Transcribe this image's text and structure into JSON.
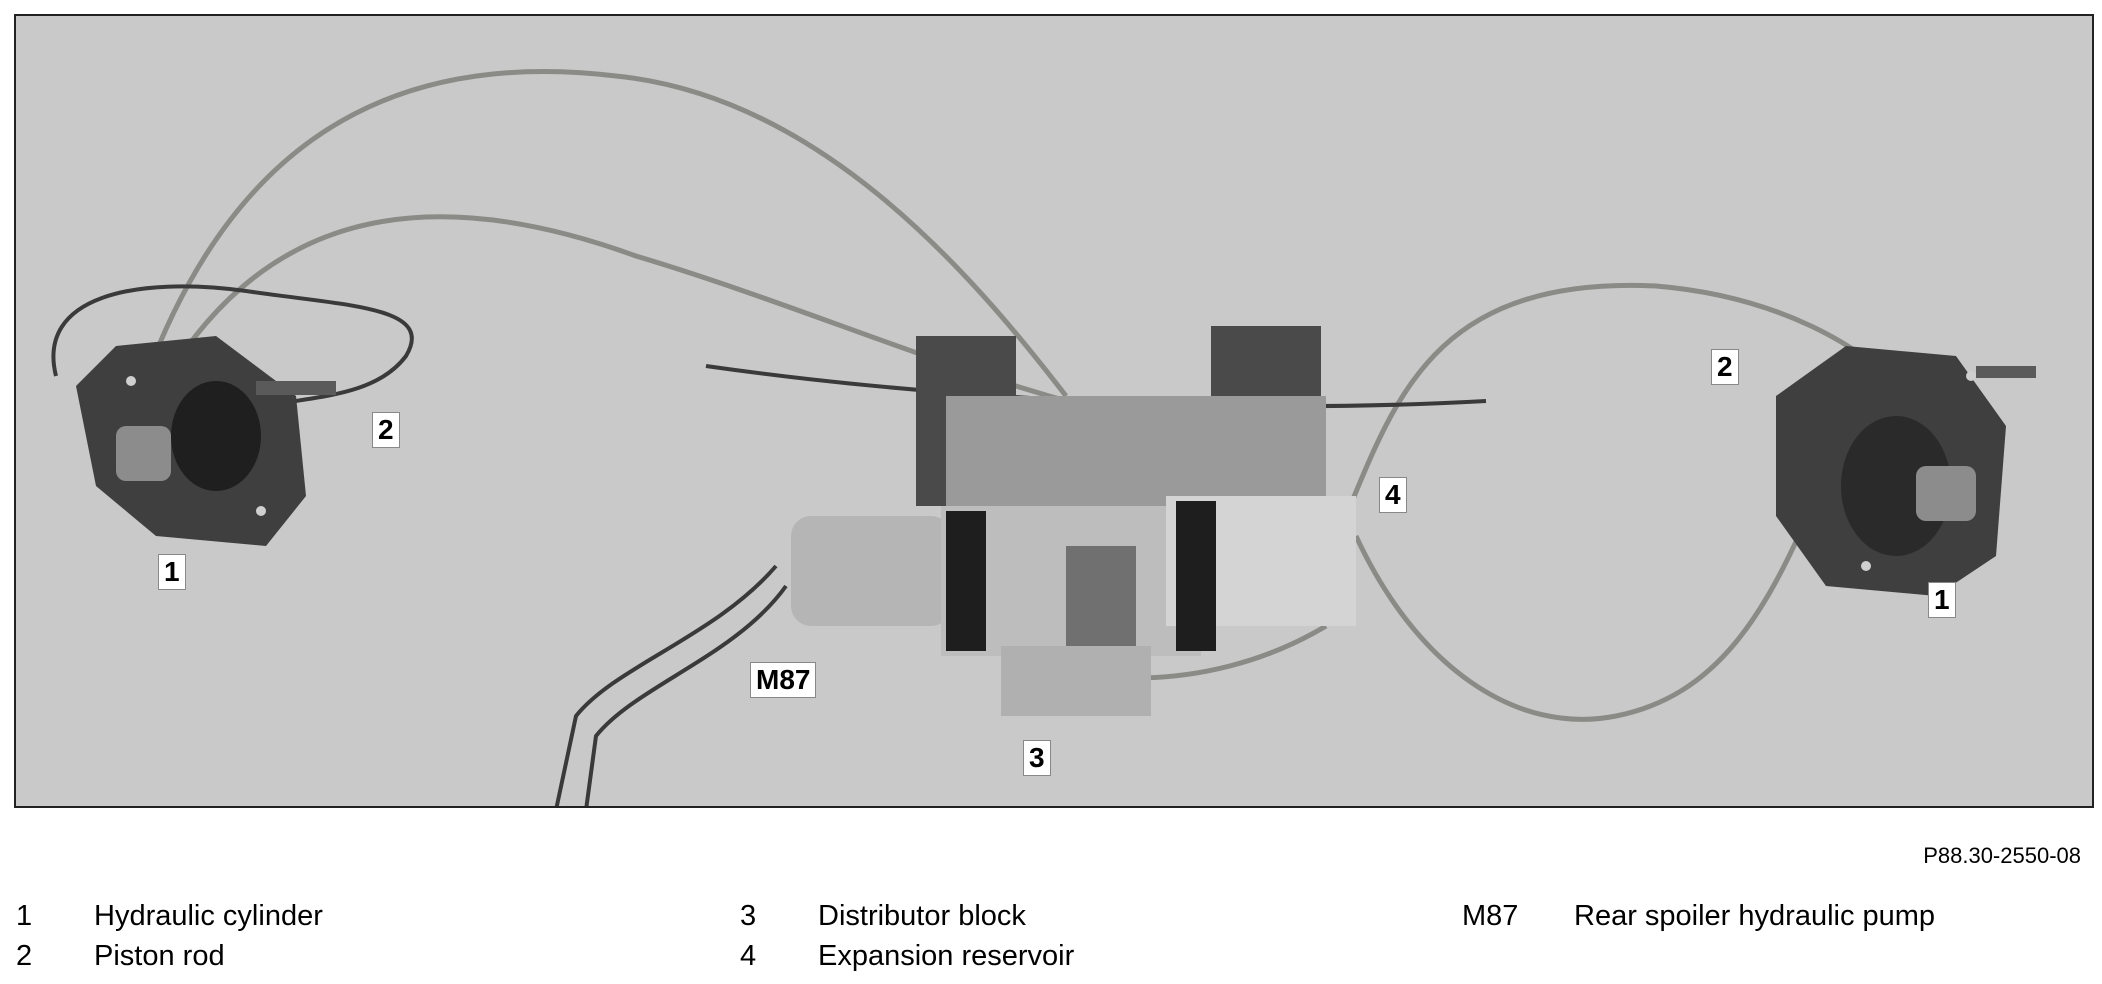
{
  "figure": {
    "callouts": {
      "cyl_left": "1",
      "rod_left": "2",
      "cyl_right": "1",
      "rod_right": "2",
      "distributor": "3",
      "reservoir": "4",
      "pump": "M87"
    },
    "code": "P88.30-2550-08"
  },
  "legend": {
    "col1": [
      {
        "num": "1",
        "text": "Hydraulic cylinder"
      },
      {
        "num": "2",
        "text": "Piston rod"
      }
    ],
    "col2": [
      {
        "num": "3",
        "text": "Distributor block"
      },
      {
        "num": "4",
        "text": "Expansion reservoir"
      }
    ],
    "col3": [
      {
        "num": "M87",
        "text": "Rear spoiler hydraulic pump"
      }
    ]
  }
}
